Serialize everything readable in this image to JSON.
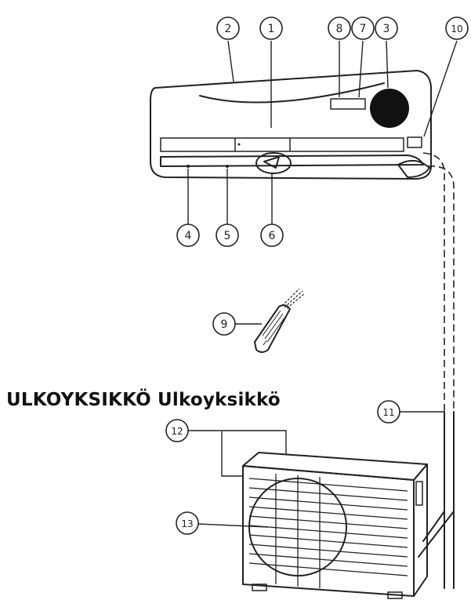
{
  "heading": "ULKOYKSIKKÖ Ulkoyksikkö",
  "callouts": [
    "1",
    "2",
    "3",
    "4",
    "5",
    "6",
    "7",
    "8",
    "9",
    "10",
    "11",
    "12",
    "13"
  ],
  "colors": {
    "line": "#222222",
    "background": "#ffffff"
  }
}
